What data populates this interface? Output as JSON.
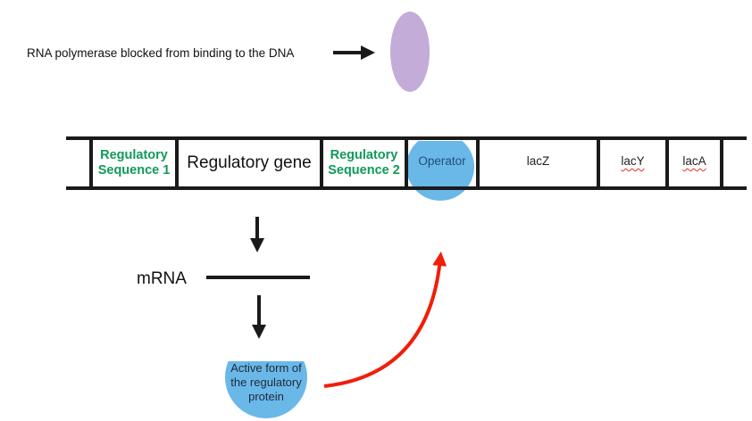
{
  "caption": "RNA polymerase blocked from binding to the DNA",
  "dna_segments": [
    {
      "label": "",
      "style": "empty"
    },
    {
      "label": "Regulatory Sequence 1",
      "line1": "Regulatory",
      "line2": "Sequence 1",
      "style": "green"
    },
    {
      "label": "Regulatory gene",
      "style": "big"
    },
    {
      "label": "Regulatory Sequence 2",
      "line1": "Regulatory",
      "line2": "Sequence 2",
      "style": "green"
    },
    {
      "label": "Operator",
      "style": "gene"
    },
    {
      "label": "lacZ",
      "style": "gene"
    },
    {
      "label": "lacY",
      "style": "gene-squiggle"
    },
    {
      "label": "lacA",
      "style": "gene-squiggle"
    },
    {
      "label": "",
      "style": "empty"
    }
  ],
  "mrna_label": "mRNA",
  "protein_label": "Active form of the regulatory protein",
  "colors": {
    "rna_polymerase": "#c3acd8",
    "repressor": "#6ab8e8",
    "label_green": "#0f9a5a",
    "binding_arrow": "#f01e0a",
    "line": "#1a1a1a"
  }
}
